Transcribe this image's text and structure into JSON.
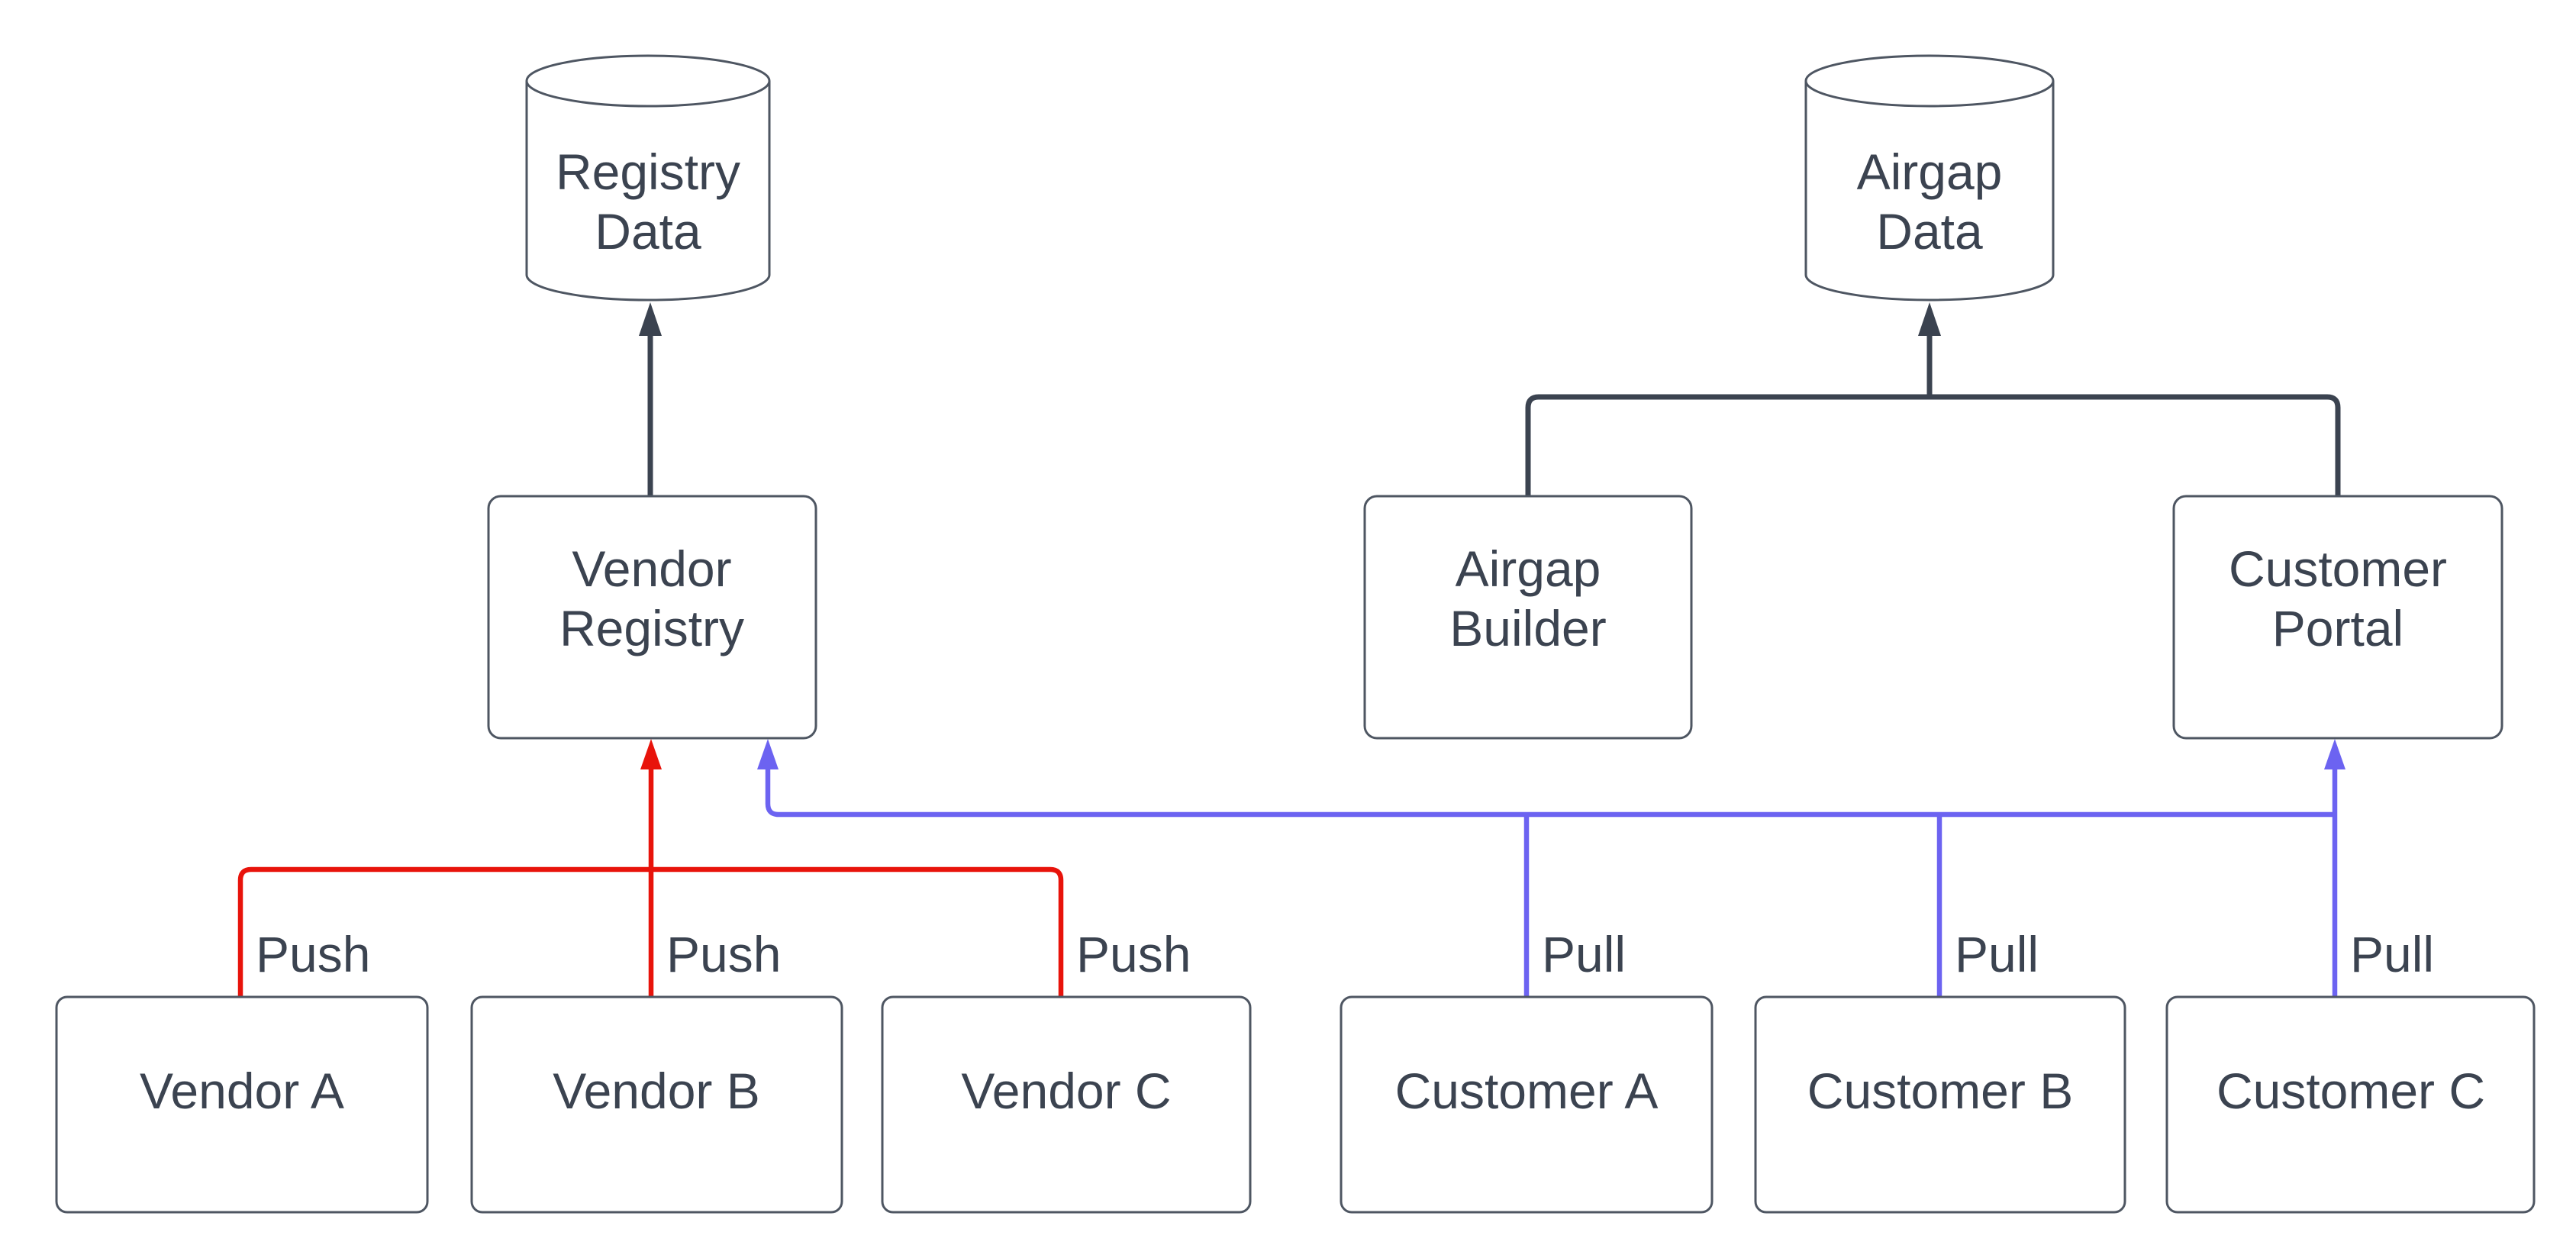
{
  "colors": {
    "background": "#ffffff",
    "ink": "#3b4350",
    "box_border": "#4e5662",
    "dark": "#3b4350",
    "red": "#e8130b",
    "blue": "#6c63f1"
  },
  "nodes": {
    "registry_data": {
      "type": "datastore-cylinder",
      "line1": "Registry",
      "line2": "Data"
    },
    "airgap_data": {
      "type": "datastore-cylinder",
      "line1": "Airgap",
      "line2": "Data"
    },
    "vendor_registry": {
      "type": "process-box",
      "line1": "Vendor",
      "line2": "Registry"
    },
    "airgap_builder": {
      "type": "process-box",
      "line1": "Airgap",
      "line2": "Builder"
    },
    "customer_portal": {
      "type": "process-box",
      "line1": "Customer",
      "line2": "Portal"
    },
    "vendor_a": {
      "type": "process-box",
      "label": "Vendor A"
    },
    "vendor_b": {
      "type": "process-box",
      "label": "Vendor B"
    },
    "vendor_c": {
      "type": "process-box",
      "label": "Vendor C"
    },
    "customer_a": {
      "type": "process-box",
      "label": "Customer A"
    },
    "customer_b": {
      "type": "process-box",
      "label": "Customer B"
    },
    "customer_c": {
      "type": "process-box",
      "label": "Customer C"
    }
  },
  "edges": {
    "push_labels": [
      "Push",
      "Push",
      "Push"
    ],
    "pull_labels": [
      "Pull",
      "Pull",
      "Pull"
    ],
    "connections": [
      {
        "from": "Vendor Registry",
        "to": "Registry Data",
        "color": "dark",
        "label": ""
      },
      {
        "from": "Airgap Builder",
        "to": "Airgap Data",
        "color": "dark",
        "label": ""
      },
      {
        "from": "Customer Portal",
        "to": "Airgap Data",
        "color": "dark",
        "label": ""
      },
      {
        "from": "Vendor A",
        "to": "Vendor Registry",
        "color": "red",
        "label": "Push"
      },
      {
        "from": "Vendor B",
        "to": "Vendor Registry",
        "color": "red",
        "label": "Push"
      },
      {
        "from": "Vendor C",
        "to": "Vendor Registry",
        "color": "red",
        "label": "Push"
      },
      {
        "from": "Customer A",
        "to": "Vendor Registry and Customer Portal",
        "color": "blue",
        "label": "Pull"
      },
      {
        "from": "Customer B",
        "to": "Vendor Registry and Customer Portal",
        "color": "blue",
        "label": "Pull"
      },
      {
        "from": "Customer C",
        "to": "Vendor Registry and Customer Portal",
        "color": "blue",
        "label": "Pull"
      }
    ]
  }
}
